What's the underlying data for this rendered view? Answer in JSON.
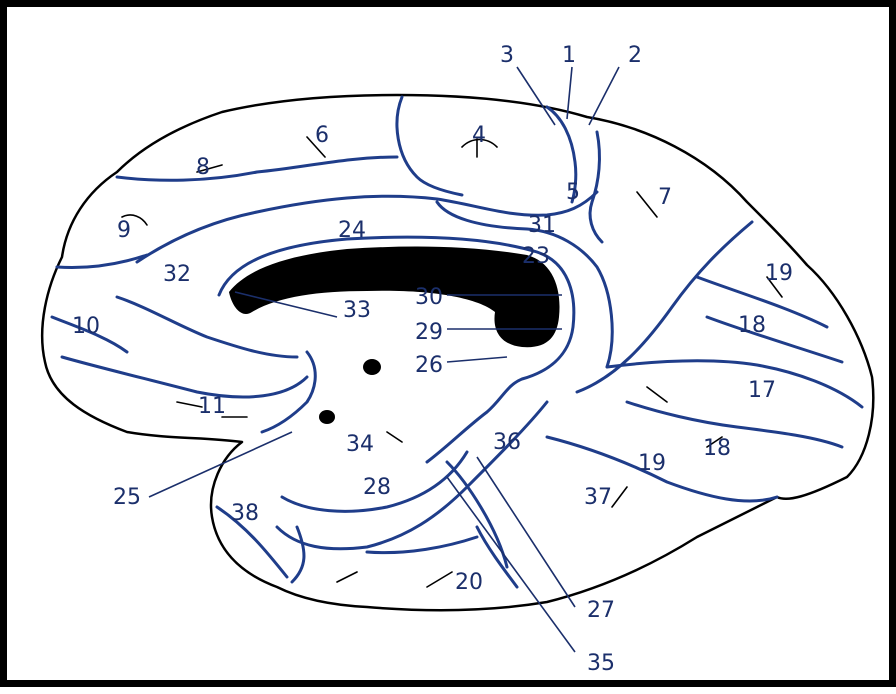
{
  "colors": {
    "sulcus": "#1f3d8a",
    "outline": "#000000",
    "label": "#1b2f6b",
    "background": "#ffffff"
  },
  "areas": [
    {
      "id": "1",
      "text": "1"
    },
    {
      "id": "2",
      "text": "2"
    },
    {
      "id": "3",
      "text": "3"
    },
    {
      "id": "4",
      "text": "4"
    },
    {
      "id": "5",
      "text": "5"
    },
    {
      "id": "6",
      "text": "6"
    },
    {
      "id": "7",
      "text": "7"
    },
    {
      "id": "8",
      "text": "8"
    },
    {
      "id": "9",
      "text": "9"
    },
    {
      "id": "10",
      "text": "10"
    },
    {
      "id": "11",
      "text": "11"
    },
    {
      "id": "17",
      "text": "17"
    },
    {
      "id": "18a",
      "text": "18"
    },
    {
      "id": "18b",
      "text": "18"
    },
    {
      "id": "19a",
      "text": "19"
    },
    {
      "id": "19b",
      "text": "19"
    },
    {
      "id": "20",
      "text": "20"
    },
    {
      "id": "23",
      "text": "23"
    },
    {
      "id": "24",
      "text": "24"
    },
    {
      "id": "25",
      "text": "25"
    },
    {
      "id": "26",
      "text": "26"
    },
    {
      "id": "27",
      "text": "27"
    },
    {
      "id": "28",
      "text": "28"
    },
    {
      "id": "29",
      "text": "29"
    },
    {
      "id": "30",
      "text": "30"
    },
    {
      "id": "31",
      "text": "31"
    },
    {
      "id": "32",
      "text": "32"
    },
    {
      "id": "33",
      "text": "33"
    },
    {
      "id": "34",
      "text": "34"
    },
    {
      "id": "35",
      "text": "35"
    },
    {
      "id": "36",
      "text": "36"
    },
    {
      "id": "37",
      "text": "37"
    },
    {
      "id": "38",
      "text": "38"
    }
  ]
}
